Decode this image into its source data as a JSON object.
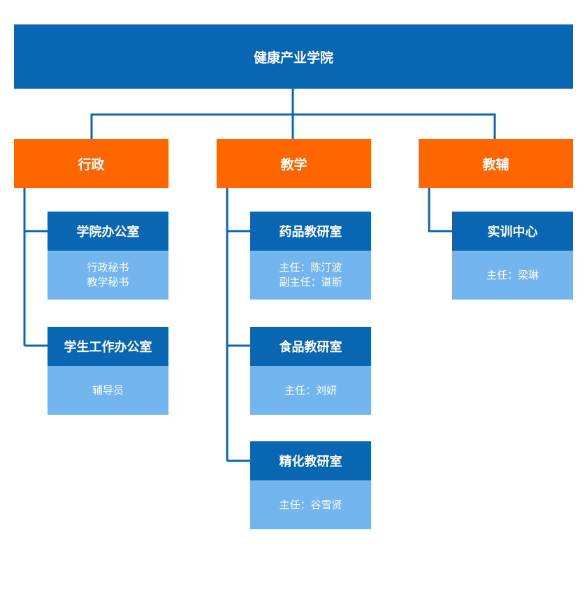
{
  "chart_title": "健康产业学院",
  "colors": {
    "root": "#0866b3",
    "branch": "#ff6600",
    "unit_header": "#0866b3",
    "unit_body": "#73b6ef",
    "connector": "#0866b3",
    "text": "#ffffff"
  },
  "branches": [
    {
      "label": "行政",
      "units": [
        {
          "name": "学院办公室",
          "lines": [
            "行政秘书",
            "教学秘书"
          ]
        },
        {
          "name": "学生工作办公室",
          "lines": [
            "辅导员"
          ]
        }
      ]
    },
    {
      "label": "教学",
      "units": [
        {
          "name": "药品教研室",
          "lines": [
            "主任：陈汀波",
            "副主任：谌斯"
          ]
        },
        {
          "name": "食品教研室",
          "lines": [
            "主任：刘妍"
          ]
        },
        {
          "name": "精化教研室",
          "lines": [
            "主任：谷雪贤"
          ]
        }
      ]
    },
    {
      "label": "教辅",
      "units": [
        {
          "name": "实训中心",
          "lines": [
            "主任：梁琳"
          ]
        }
      ]
    }
  ]
}
